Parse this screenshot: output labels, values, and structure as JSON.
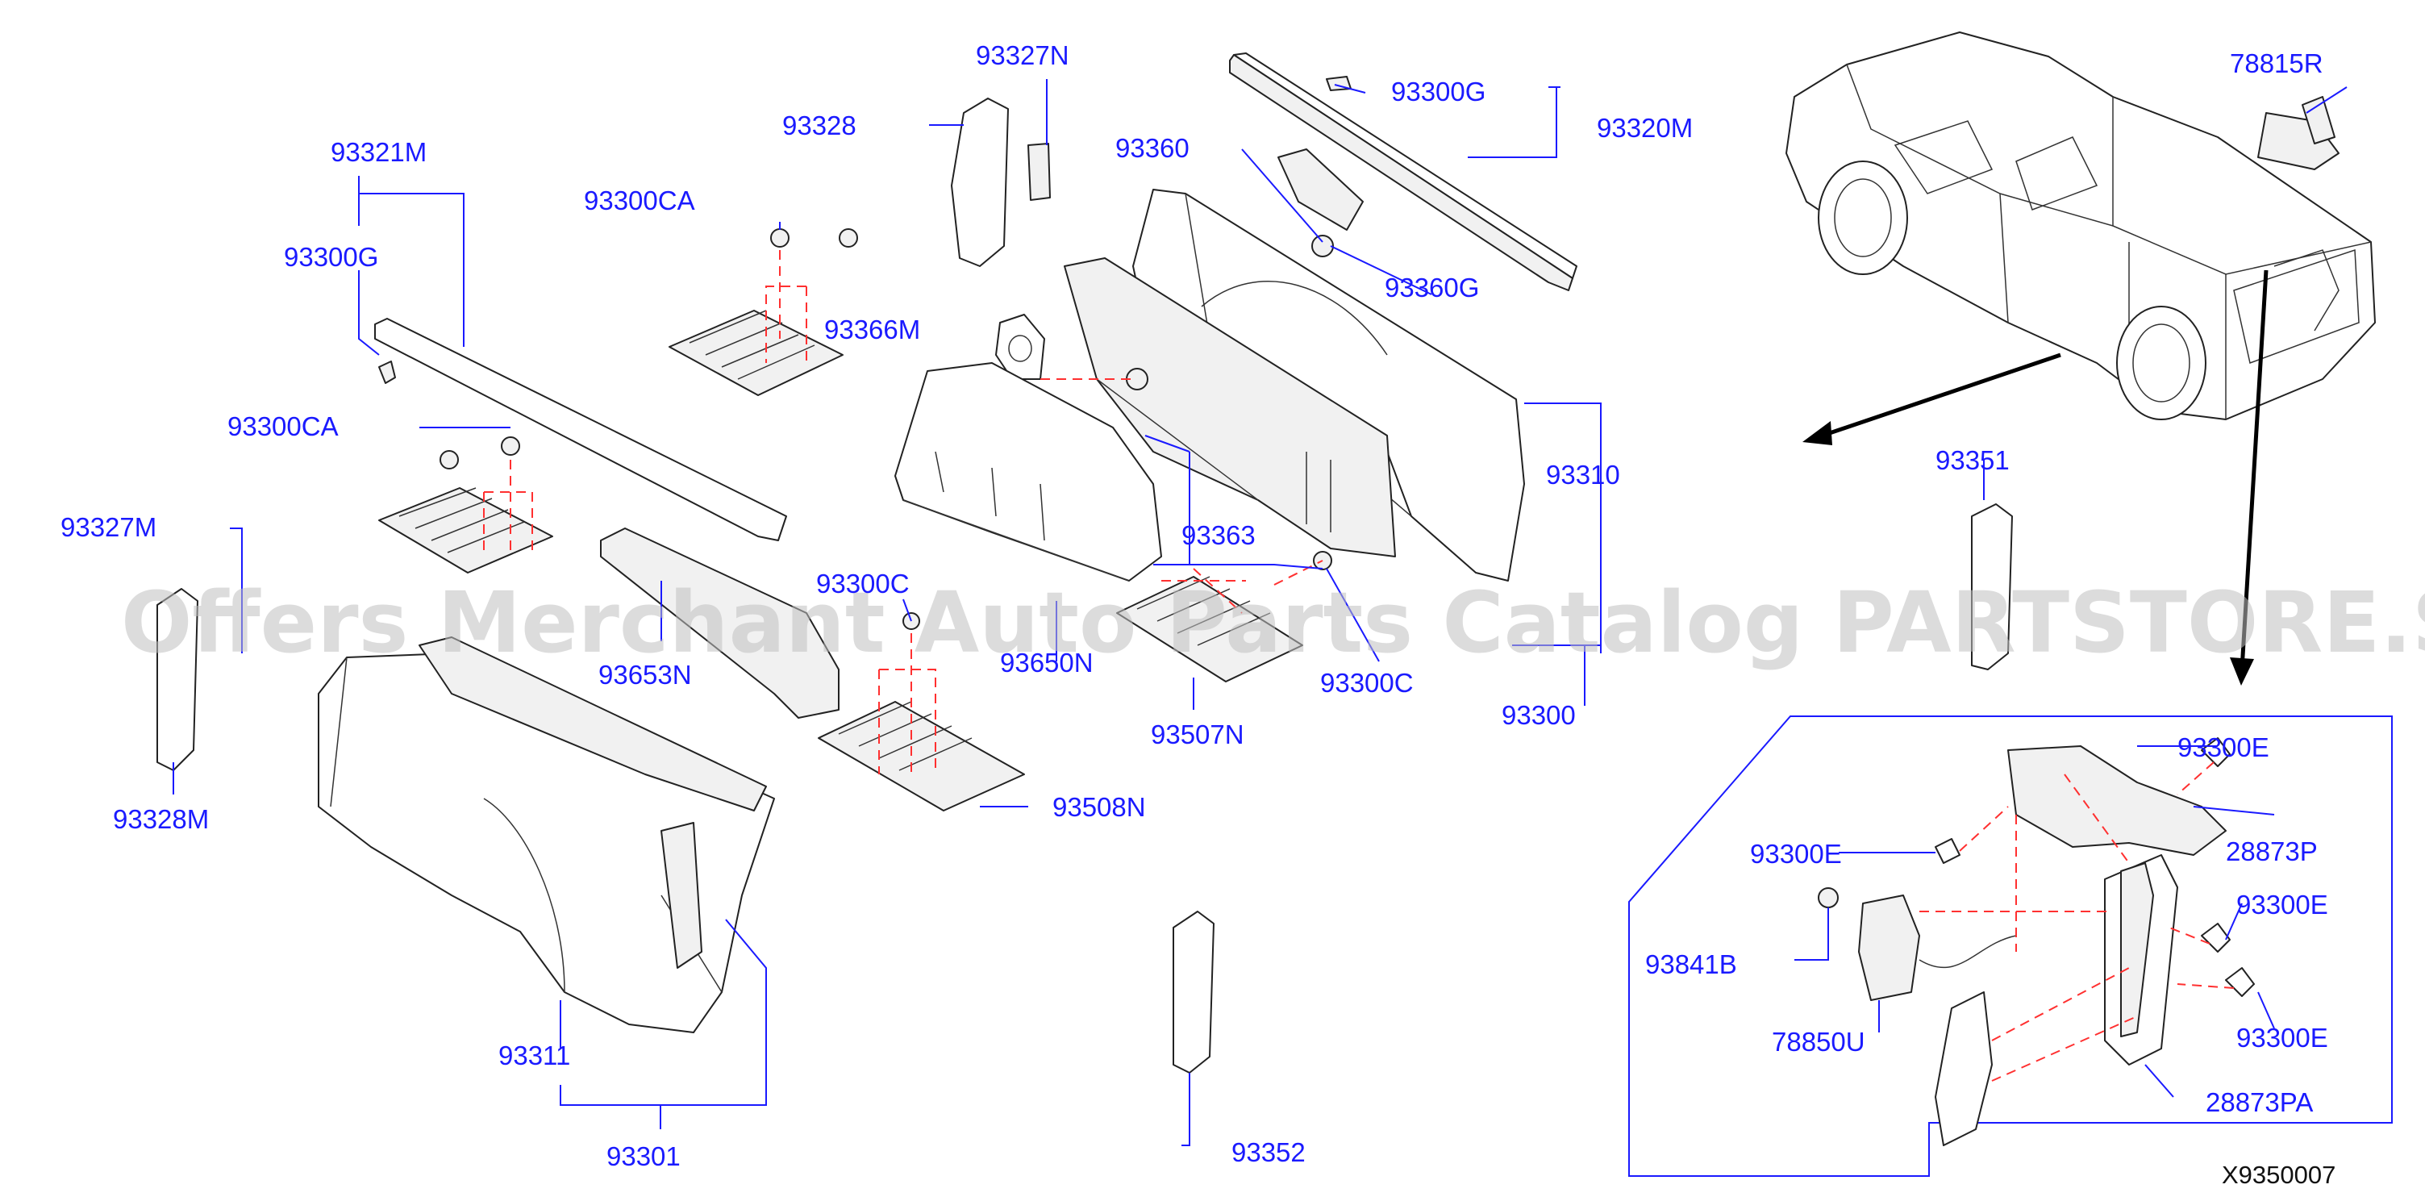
{
  "watermark": "Offers Merchant Auto Parts Catalog PARTSTORE.SA",
  "figure_code": "X9350007",
  "labels": {
    "p93327N": "93327N",
    "p93328": "93328",
    "p93300G_top": "93300G",
    "p93320M": "93320M",
    "p78815R": "78815R",
    "p93321M": "93321M",
    "p93300CA_top": "93300CA",
    "p93360": "93360",
    "p93366M": "93366M",
    "p93300G_left": "93300G",
    "p93360G": "93360G",
    "p93300CA_mid": "93300CA",
    "p93310": "93310",
    "p93351": "93351",
    "p93327M": "93327M",
    "p93363": "93363",
    "p93300C_a": "93300C",
    "p93653N": "93653N",
    "p93650N": "93650N",
    "p93300C_b": "93300C",
    "p93300": "93300",
    "p93507N": "93507N",
    "p93328M": "93328M",
    "p93508N": "93508N",
    "p93300E_1": "93300E",
    "p28873P": "28873P",
    "p93300E_2": "93300E",
    "p93300E_3": "93300E",
    "p93841B": "93841B",
    "p93300E_4": "93300E",
    "p78850U": "78850U",
    "p93311": "93311",
    "p28873PA": "28873PA",
    "p93301": "93301",
    "p93352": "93352"
  }
}
